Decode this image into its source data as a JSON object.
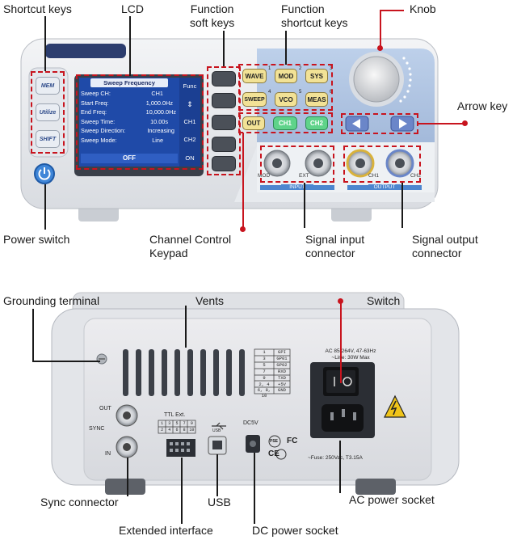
{
  "callouts": {
    "shortcut_keys": "Shortcut keys",
    "lcd": "LCD",
    "function_soft_keys_1": "Function",
    "function_soft_keys_2": "soft keys",
    "function_shortcut_keys_1": "Function",
    "function_shortcut_keys_2": "shortcut keys",
    "knob": "Knob",
    "arrow_key": "Arrow key",
    "power_switch": "Power switch",
    "channel_control_1": "Channel Control",
    "channel_control_2": "Keypad",
    "signal_input_1": "Signal input",
    "signal_input_2": "connector",
    "signal_output_1": "Signal output",
    "signal_output_2": "connector",
    "grounding_terminal": "Grounding terminal",
    "vents": "Vents",
    "switch": "Switch",
    "sync_connector": "Sync connector",
    "usb": "USB",
    "ac_power_socket": "AC power socket",
    "extended_interface": "Extended interface",
    "dc_power_socket": "DC power socket"
  },
  "front": {
    "shortcut_buttons": [
      "MEM",
      "Utilize",
      "SHIFT"
    ],
    "lcd": {
      "title": "Sweep Frequency",
      "rows": [
        {
          "label": "Sweep CH:",
          "value": "CH1"
        },
        {
          "label": "Start Freq:",
          "value": "1,000.0Hz"
        },
        {
          "label": "End Freq:",
          "value": "10,000.0Hz"
        },
        {
          "label": "Sweep Time:",
          "value": "10.00s"
        },
        {
          "label": "Sweep Direction:",
          "value": "Increasing"
        },
        {
          "label": "Sweep Mode:",
          "value": "Line"
        }
      ],
      "footer": "OFF",
      "side_menu": [
        "Func",
        "⇕",
        "CH1",
        "CH2",
        "ON"
      ]
    },
    "function_keys": [
      "WAVE",
      "MOD",
      "SYS",
      "SWEEP",
      "VCO",
      "MEAS"
    ],
    "key_numbers": [
      "1",
      "2",
      "3",
      "4",
      "5",
      "6"
    ],
    "channel_keys": [
      "OUT",
      "CH1",
      "CH2"
    ],
    "connector_labels": [
      "MOD",
      "EXT",
      "CH1",
      "CH2"
    ],
    "input_label": "INPUT",
    "output_label": "OUTPUT"
  },
  "back": {
    "gpio": [
      [
        "1",
        "GPI"
      ],
      [
        "3",
        "GP01"
      ],
      [
        "5",
        "GP02"
      ],
      [
        "7",
        "RXD"
      ],
      [
        "9",
        "TXD"
      ],
      [
        "2, 4",
        "+5V"
      ],
      [
        "6, 8, 10",
        "GND"
      ]
    ],
    "ac_rating_1": "AC  85-264V, 47-63Hz",
    "ac_rating_2": "~Line: 30W Max",
    "fuse": "~Fuse: 250Vac, T3.15A",
    "sync_out": "OUT",
    "sync": "SYNC",
    "sync_in": "IN",
    "ttl_label": "TTL Ext.",
    "ttl_top": [
      "1",
      "3",
      "5",
      "7",
      "9"
    ],
    "ttl_bottom": [
      "2",
      "4",
      "6",
      "8",
      "10"
    ],
    "usb_label": "USB",
    "dc_label": "DC5V",
    "cert_marks": [
      "PSE",
      "FC",
      "CE"
    ]
  },
  "colors": {
    "accent_red": "#c8141e",
    "panel_blue": "#9fb6d6",
    "lcd_blue": "#1f4aa8",
    "key_yellow": "#f2e296",
    "key_green": "#5fd38a"
  }
}
